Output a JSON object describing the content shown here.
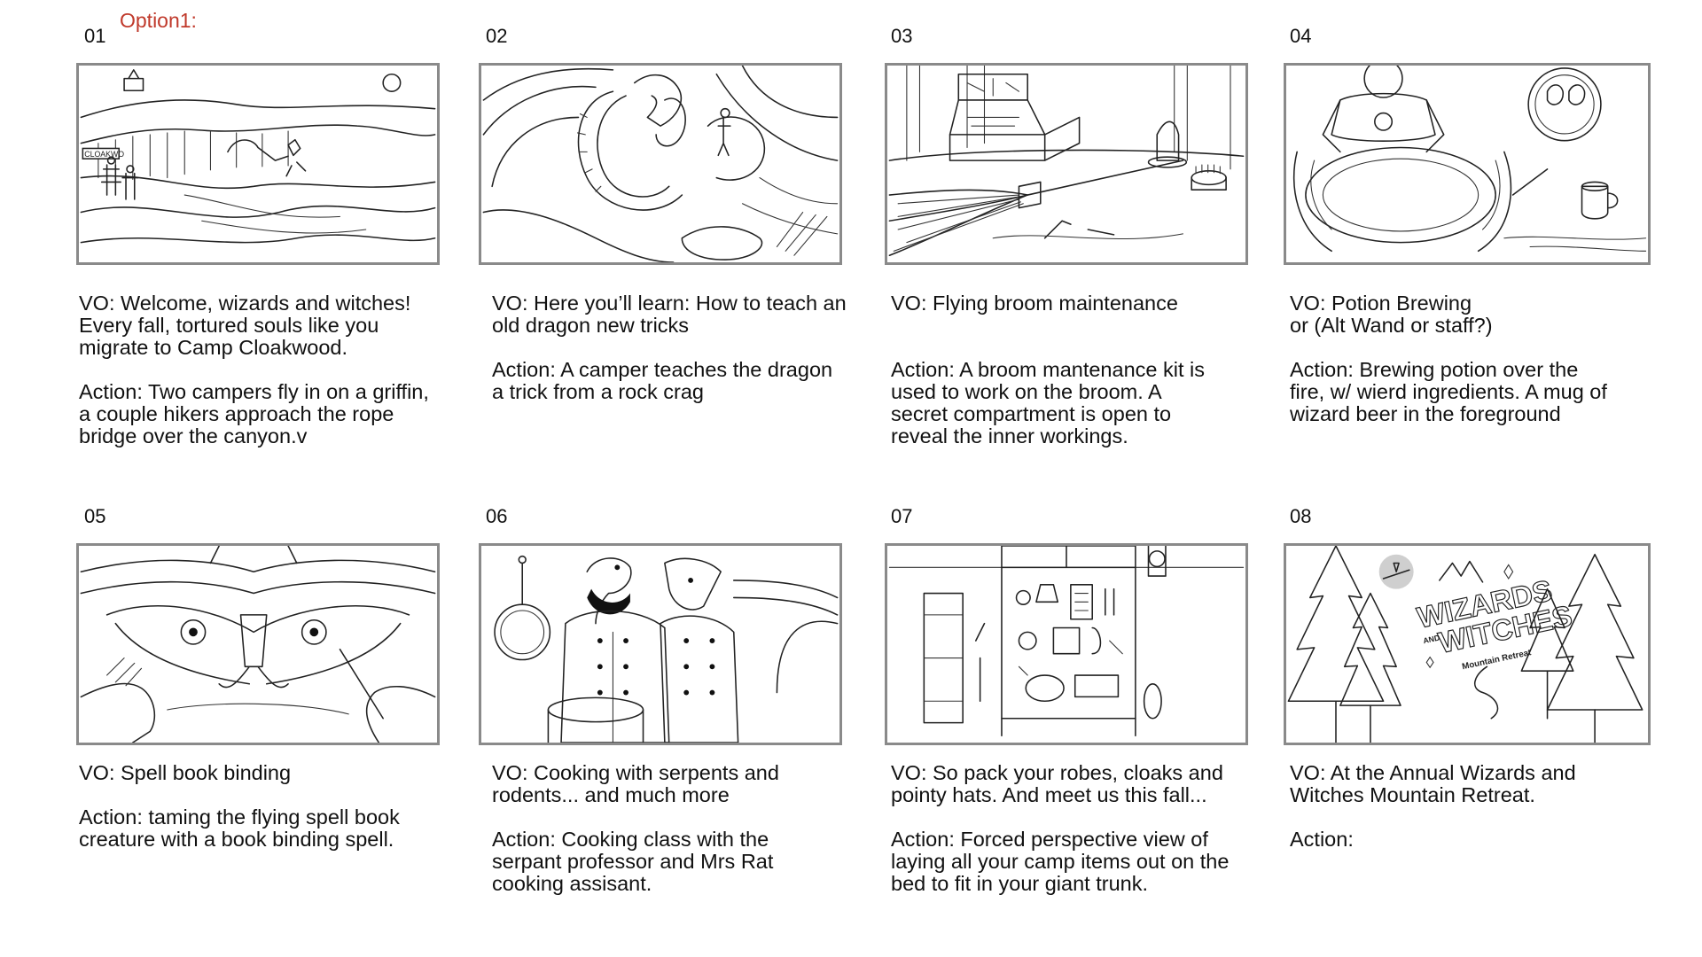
{
  "option_label": "Option1:",
  "panels": [
    {
      "number": "01",
      "vo": "VO: Welcome, wizards and witches!\nEvery fall, tortured souls like you\nmigrate to Camp Cloakwood.",
      "action": "Action:  Two campers fly in on a griffin,\na couple hikers approach the rope\nbridge over the canyon.v",
      "sign_text": "CLOAKWO"
    },
    {
      "number": "02",
      "vo": "VO: Here you’ll learn: How to teach an\nold dragon new tricks",
      "action": "Action: A camper teaches the dragon\na trick from a rock crag"
    },
    {
      "number": "03",
      "vo": "VO: Flying broom maintenance",
      "action": "Action: A broom mantenance kit is\nused to work on the broom. A\nsecret compartment is open to\nreveal the inner workings."
    },
    {
      "number": "04",
      "vo": "VO: Potion Brewing\n      or (Alt Wand or staff?)",
      "action": "Action:  Brewing potion over the\nfire, w/ wierd ingredients. A mug of\nwizard beer in the foreground"
    },
    {
      "number": "05",
      "vo": "VO: Spell book binding",
      "action": "Action: taming the flying spell book\ncreature with a book binding spell."
    },
    {
      "number": "06",
      "vo": "VO: Cooking with serpents and\nrodents... and much more",
      "action": "Action: Cooking class with the\nserpant professor and Mrs Rat\ncooking assisant."
    },
    {
      "number": "07",
      "vo": "VO: So pack your robes, cloaks and\npointy hats. And meet us this fall...",
      "action": "Action: Forced perspective view of\nlaying all your camp items out on the\nbed to fit in your giant trunk."
    },
    {
      "number": "08",
      "vo": "VO: At the Annual Wizards and\nWitches Mountain Retreat.",
      "action": "Action:",
      "logo": {
        "line1": "WIZARDS",
        "and": "AND",
        "line2": "WITCHES",
        "tagline": "Mountain Retreat"
      }
    }
  ],
  "colors": {
    "option_label": "#c0392b",
    "frame_border": "#8a8a8a",
    "ink": "#1a1a1a"
  }
}
